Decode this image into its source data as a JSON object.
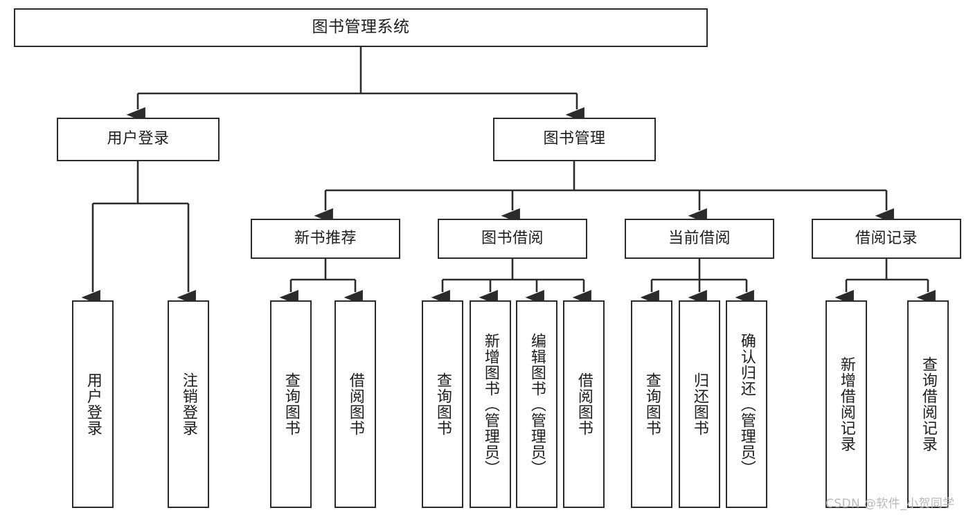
{
  "diagram": {
    "title": "图书管理系统",
    "root": {
      "label": "图书管理系统"
    },
    "level2": [
      {
        "label": "用户登录"
      },
      {
        "label": "图书管理"
      }
    ],
    "level3": [
      {
        "label": "新书推荐"
      },
      {
        "label": "图书借阅"
      },
      {
        "label": "当前借阅"
      },
      {
        "label": "借阅记录"
      }
    ],
    "leaves": {
      "user_login": [
        {
          "label": "用户登录"
        },
        {
          "label": "注销登录"
        }
      ],
      "new_book_recommend": [
        {
          "label": "查询图书"
        },
        {
          "label": "借阅图书"
        }
      ],
      "book_borrow": [
        {
          "label": "查询图书"
        },
        {
          "label": "新增图书（管理员）"
        },
        {
          "label": "编辑图书（管理员）"
        },
        {
          "label": "借阅图书"
        }
      ],
      "current_borrow": [
        {
          "label": "查询图书"
        },
        {
          "label": "归还图书"
        },
        {
          "label": "确认归还（管理员）"
        }
      ],
      "borrow_record": [
        {
          "label": "新增借阅记录"
        },
        {
          "label": "查询借阅记录"
        }
      ]
    },
    "colors": {
      "stroke": "#2b2b2b",
      "fill": "#ffffff",
      "text": "#1d1d1d",
      "watermark": "#b9b9b9"
    }
  },
  "watermark": {
    "text": "CSDN @软件_小贺同学"
  }
}
